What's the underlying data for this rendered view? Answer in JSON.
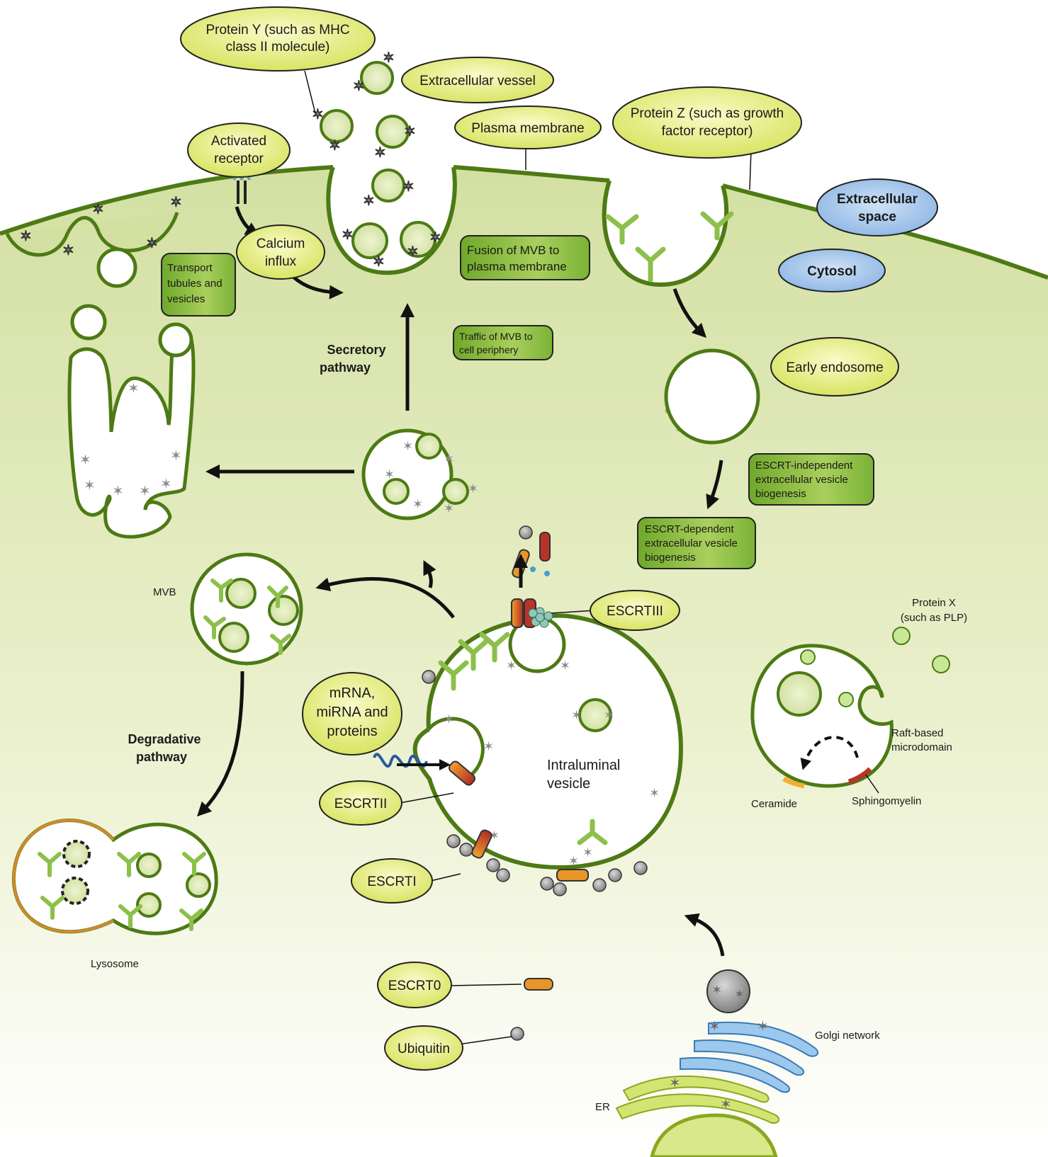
{
  "colors": {
    "cytosol_top": "#d6e2a8",
    "cytosol_bottom": "#ffffff",
    "membrane": "#4d7a14",
    "yellow_label": "#dde86a",
    "green_box": "#7cb02a",
    "blue_label": "#9cc0e8",
    "receptor": "#9acb5a",
    "escrt_orange": "#e8962a",
    "escrt_red": "#b8332a",
    "golgi": "#8ec0ea",
    "er": "#cfe06a",
    "ubiquitin": "#9a9a9a"
  },
  "labels": {
    "protein_y": [
      "Protein Y (such as MHC",
      "class II molecule)"
    ],
    "extracellular_vessel": "Extracellular vessel",
    "plasma_membrane": "Plasma  membrane",
    "protein_z": [
      "Protein Z (such as growth",
      "factor receptor)"
    ],
    "activated_receptor": [
      "Activated",
      "receptor"
    ],
    "extracellular_space": [
      "Extracellular",
      "space"
    ],
    "cytosol": "Cytosol",
    "calcium_influx": [
      "Calcium",
      "influx"
    ],
    "transport_tubules": [
      "Transport",
      "tubules and",
      "vesicles"
    ],
    "fusion_mvb": [
      "Fusion of MVB to",
      "plasma membrane"
    ],
    "traffic_mvb": [
      "Traffic of MVB to",
      "cell periphery"
    ],
    "secretory_pathway": [
      "Secretory",
      "pathway"
    ],
    "early_endosome": "Early endosome",
    "escrt_independent": [
      "ESCRT-independent",
      "extracellular vesicle",
      "biogenesis"
    ],
    "escrt_dependent": [
      "ESCRT-dependent",
      "extracellular vesicle",
      "biogenesis"
    ],
    "mvb": "MVB",
    "escrtiii": "ESCRTIII",
    "protein_x": [
      "Protein X",
      "(such as PLP)"
    ],
    "mrna": [
      "mRNA,",
      "miRNA and",
      "proteins"
    ],
    "degradative_pathway": [
      "Degradative",
      "pathway"
    ],
    "intraluminal_vesicle": [
      "Intraluminal",
      "vesicle"
    ],
    "raft_microdomain": [
      "Raft-based",
      "microdomain"
    ],
    "escrtii": "ESCRTII",
    "ceramide": "Ceramide",
    "sphingomyelin": "Sphingomyelin",
    "escrti": "ESCRTI",
    "lysosome": "Lysosome",
    "escrt0": "ESCRT0",
    "golgi_network": "Golgi network",
    "ubiquitin": "Ubiquitin",
    "er": "ER"
  }
}
